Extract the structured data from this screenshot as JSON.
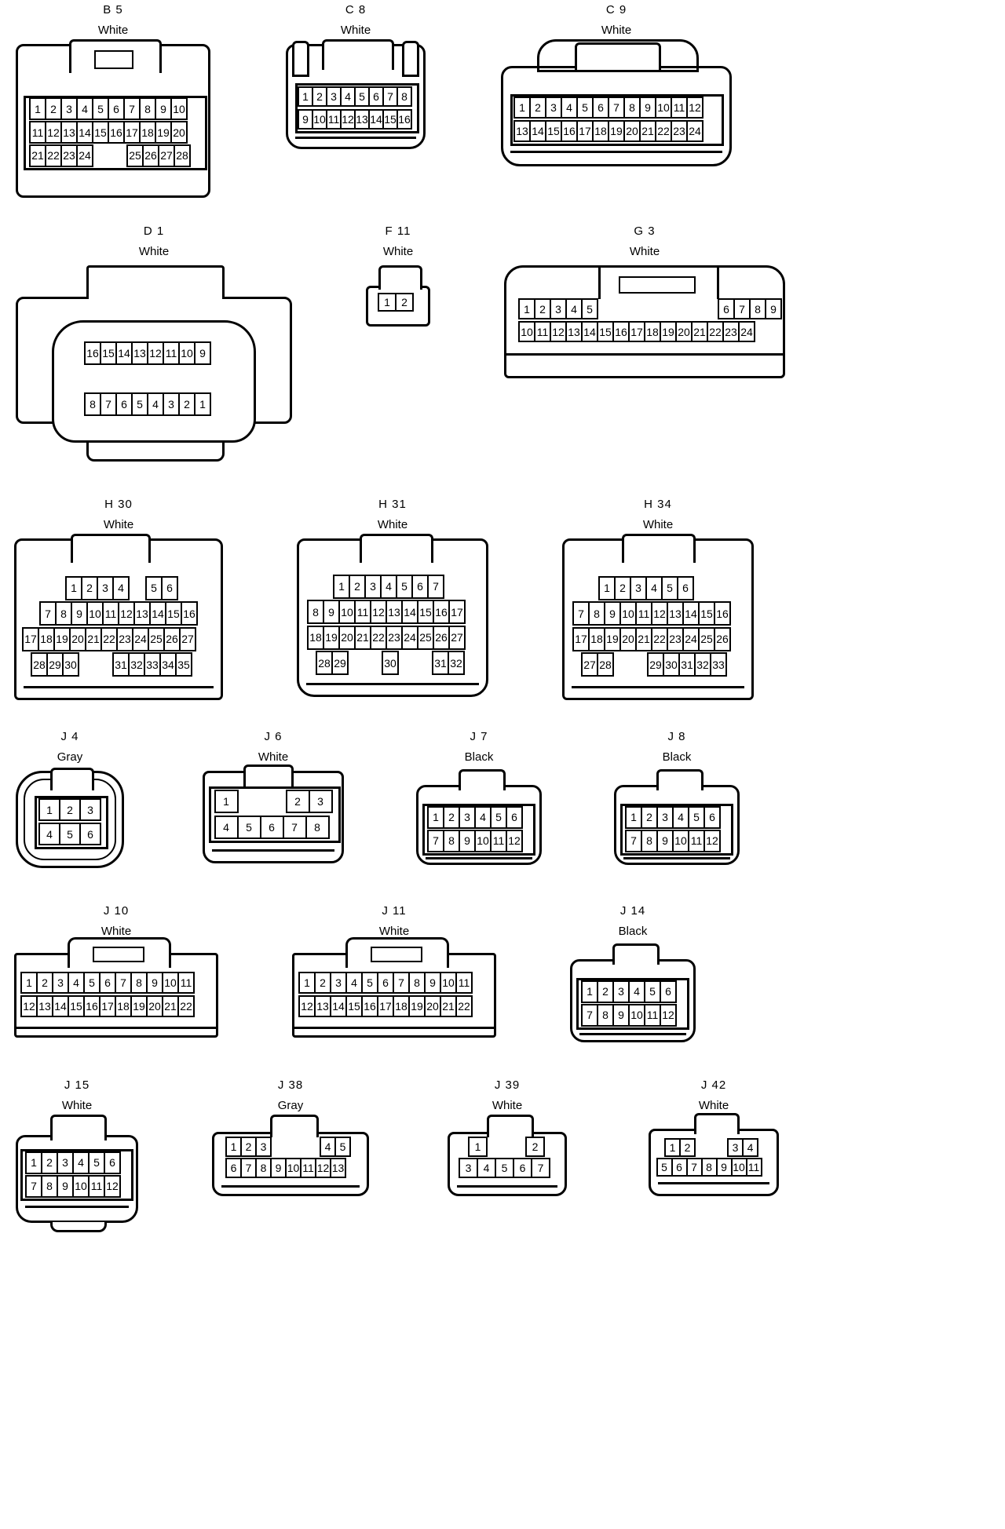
{
  "connectors": {
    "B5": {
      "id": "B 5",
      "color": "White"
    },
    "C8": {
      "id": "C 8",
      "color": "White"
    },
    "C9": {
      "id": "C 9",
      "color": "White"
    },
    "D1": {
      "id": "D 1",
      "color": "White"
    },
    "F11": {
      "id": "F 11",
      "color": "White"
    },
    "G3": {
      "id": "G 3",
      "color": "White"
    },
    "H30": {
      "id": "H 30",
      "color": "White"
    },
    "H31": {
      "id": "H 31",
      "color": "White"
    },
    "H34": {
      "id": "H 34",
      "color": "White"
    },
    "J4": {
      "id": "J 4",
      "color": "Gray"
    },
    "J6": {
      "id": "J 6",
      "color": "White"
    },
    "J7": {
      "id": "J 7",
      "color": "Black"
    },
    "J8": {
      "id": "J 8",
      "color": "Black"
    },
    "J10": {
      "id": "J 10",
      "color": "White"
    },
    "J11": {
      "id": "J 11",
      "color": "White"
    },
    "J14": {
      "id": "J 14",
      "color": "Black"
    },
    "J15": {
      "id": "J 15",
      "color": "White"
    },
    "J38": {
      "id": "J 38",
      "color": "Gray"
    },
    "J39": {
      "id": "J 39",
      "color": "White"
    },
    "J42": {
      "id": "J 42",
      "color": "White"
    }
  },
  "pins": {
    "B5": [
      [
        "1",
        "2",
        "3",
        "4",
        "5",
        "6",
        "7",
        "8",
        "9",
        "10"
      ],
      [
        "11",
        "12",
        "13",
        "14",
        "15",
        "16",
        "17",
        "18",
        "19",
        "20"
      ],
      [
        "21",
        "22",
        "23",
        "24",
        "",
        "",
        "25",
        "26",
        "27",
        "28"
      ]
    ],
    "C8": [
      [
        "1",
        "2",
        "3",
        "4",
        "5",
        "6",
        "7",
        "8"
      ],
      [
        "9",
        "10",
        "11",
        "12",
        "13",
        "14",
        "15",
        "16"
      ]
    ],
    "C9": [
      [
        "1",
        "2",
        "3",
        "4",
        "5",
        "6",
        "7",
        "8",
        "9",
        "10",
        "11",
        "12"
      ],
      [
        "13",
        "14",
        "15",
        "16",
        "17",
        "18",
        "19",
        "20",
        "21",
        "22",
        "23",
        "24"
      ]
    ],
    "D1": [
      [
        "16",
        "15",
        "14",
        "13",
        "12",
        "11",
        "10",
        "9"
      ],
      [
        "8",
        "7",
        "6",
        "5",
        "4",
        "3",
        "2",
        "1"
      ]
    ],
    "F11": [
      [
        "1",
        "2"
      ]
    ],
    "G3": [
      [
        "1",
        "2",
        "3",
        "4",
        "5",
        "",
        "",
        "",
        "",
        "",
        "",
        "",
        "6",
        "7",
        "8",
        "9"
      ],
      [
        "10",
        "11",
        "12",
        "13",
        "14",
        "15",
        "16",
        "17",
        "18",
        "19",
        "20",
        "21",
        "22",
        "23",
        "24"
      ]
    ],
    "H30": [
      [
        "",
        "1",
        "2",
        "3",
        "4",
        "",
        "5",
        "6"
      ],
      [
        "",
        "7",
        "8",
        "9",
        "10",
        "11",
        "12",
        "13",
        "14",
        "15",
        "16"
      ],
      [
        "17",
        "18",
        "19",
        "20",
        "21",
        "22",
        "23",
        "24",
        "25",
        "26",
        "27"
      ],
      [
        "28",
        "29",
        "30",
        "",
        "",
        "31",
        "32",
        "33",
        "34",
        "35"
      ]
    ],
    "H31": [
      [
        "1",
        "2",
        "3",
        "4",
        "5",
        "6",
        "7"
      ],
      [
        "8",
        "9",
        "10",
        "11",
        "12",
        "13",
        "14",
        "15",
        "16",
        "17"
      ],
      [
        "18",
        "19",
        "20",
        "21",
        "22",
        "23",
        "24",
        "25",
        "26",
        "27"
      ],
      [
        "28",
        "29",
        "",
        "",
        "30",
        "",
        "",
        "31",
        "32"
      ]
    ],
    "H34": [
      [
        "1",
        "2",
        "3",
        "4",
        "5",
        "6",
        ""
      ],
      [
        "7",
        "8",
        "9",
        "10",
        "11",
        "12",
        "13",
        "14",
        "15",
        "16"
      ],
      [
        "17",
        "18",
        "19",
        "20",
        "21",
        "22",
        "23",
        "24",
        "25",
        "26"
      ],
      [
        "27",
        "28",
        "",
        "",
        "29",
        "30",
        "31",
        "32",
        "33"
      ]
    ],
    "J4": [
      [
        "1",
        "2",
        "3"
      ],
      [
        "4",
        "5",
        "6"
      ]
    ],
    "J6": [
      [
        "1",
        "",
        "",
        "2",
        "3"
      ],
      [
        "4",
        "5",
        "6",
        "7",
        "8"
      ]
    ],
    "J7": [
      [
        "1",
        "2",
        "3",
        "4",
        "5",
        "6"
      ],
      [
        "7",
        "8",
        "9",
        "10",
        "11",
        "12"
      ]
    ],
    "J8": [
      [
        "1",
        "2",
        "3",
        "4",
        "5",
        "6"
      ],
      [
        "7",
        "8",
        "9",
        "10",
        "11",
        "12"
      ]
    ],
    "J10": [
      [
        "1",
        "2",
        "3",
        "4",
        "5",
        "6",
        "7",
        "8",
        "9",
        "10",
        "11"
      ],
      [
        "12",
        "13",
        "14",
        "15",
        "16",
        "17",
        "18",
        "19",
        "20",
        "21",
        "22"
      ]
    ],
    "J11": [
      [
        "1",
        "2",
        "3",
        "4",
        "5",
        "6",
        "7",
        "8",
        "9",
        "10",
        "11"
      ],
      [
        "12",
        "13",
        "14",
        "15",
        "16",
        "17",
        "18",
        "19",
        "20",
        "21",
        "22"
      ]
    ],
    "J14": [
      [
        "1",
        "2",
        "3",
        "4",
        "5",
        "6"
      ],
      [
        "7",
        "8",
        "9",
        "10",
        "11",
        "12"
      ]
    ],
    "J15": [
      [
        "1",
        "2",
        "3",
        "4",
        "5",
        "6"
      ],
      [
        "7",
        "8",
        "9",
        "10",
        "11",
        "12"
      ]
    ],
    "J38": [
      [
        "1",
        "2",
        "3",
        "",
        "",
        "",
        "4",
        "5"
      ],
      [
        "6",
        "7",
        "8",
        "9",
        "10",
        "11",
        "12",
        "13"
      ]
    ],
    "J39": [
      [
        "1",
        "",
        "",
        "2"
      ],
      [
        "3",
        "4",
        "5",
        "6",
        "7"
      ]
    ],
    "J42": [
      [
        "1",
        "2",
        "",
        "",
        "3",
        "4"
      ],
      [
        "5",
        "6",
        "7",
        "8",
        "9",
        "10",
        "11"
      ]
    ]
  }
}
